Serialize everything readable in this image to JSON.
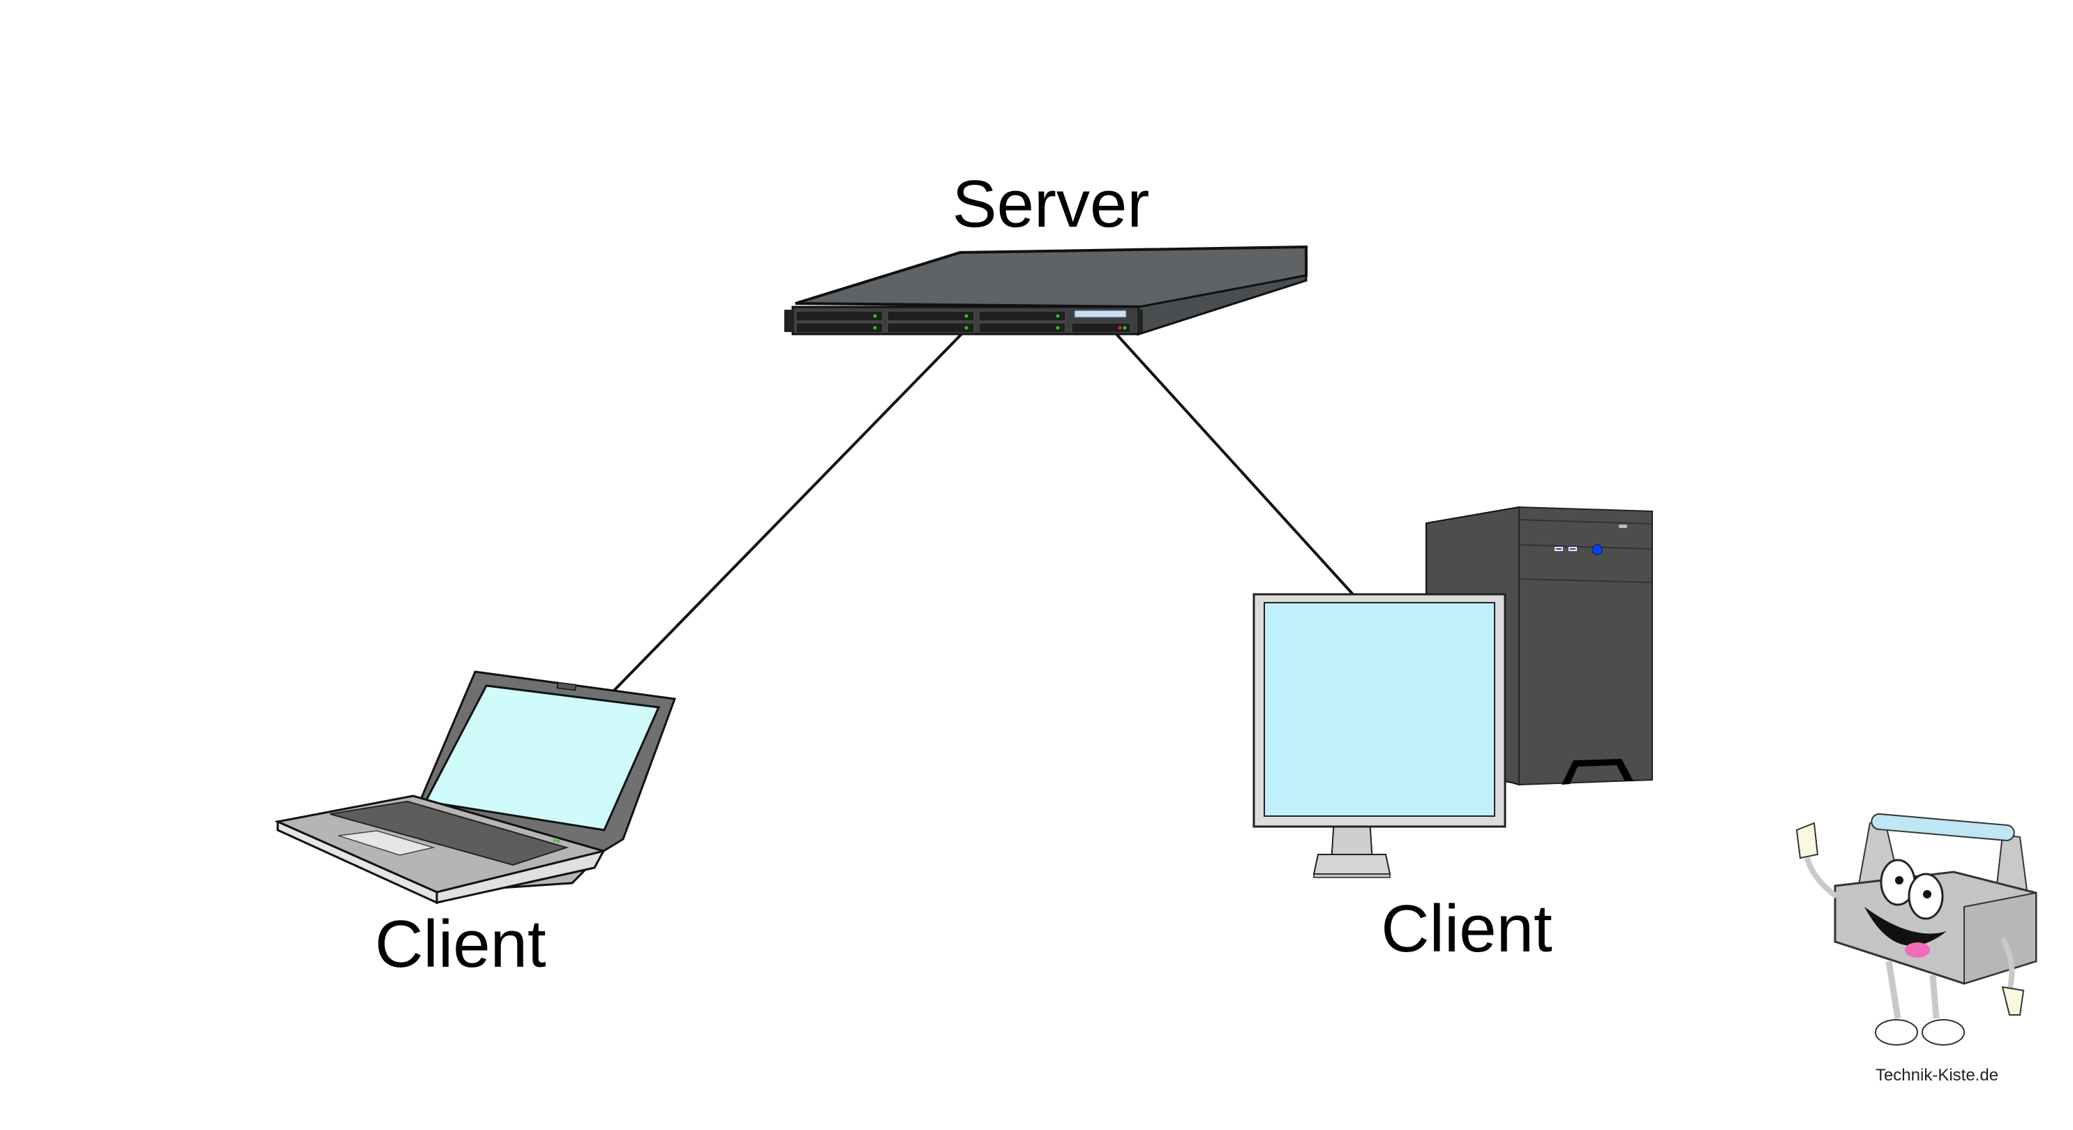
{
  "diagram": {
    "type": "client-server network",
    "nodes": [
      {
        "id": "server",
        "label": "Server",
        "device": "rack-server"
      },
      {
        "id": "client-laptop",
        "label": "Client",
        "device": "laptop"
      },
      {
        "id": "client-desktop",
        "label": "Client",
        "device": "desktop-pc"
      }
    ],
    "edges": [
      {
        "from": "server",
        "to": "client-laptop"
      },
      {
        "from": "server",
        "to": "client-desktop"
      }
    ]
  },
  "labels": {
    "server": "Server",
    "client_left": "Client",
    "client_right": "Client"
  },
  "watermark": {
    "text": "Technik-Kiste.de",
    "mascot": "toolbox-mascot-icon"
  },
  "colors": {
    "background": "#ffffff",
    "server_body": "#5f6366",
    "server_front": "#3c3f42",
    "drive_bay": "#1f1f1f",
    "led_green": "#22cc22",
    "led_red": "#dd2222",
    "laptop_bezel": "#707070",
    "laptop_screen": "#cffcfb",
    "laptop_deck": "#b5b5b5",
    "monitor_bezel": "#dcdcdc",
    "monitor_screen": "#c2effc",
    "tower_body": "#4d4d4d",
    "tower_power": "#0044ff",
    "cable": "#111111"
  }
}
